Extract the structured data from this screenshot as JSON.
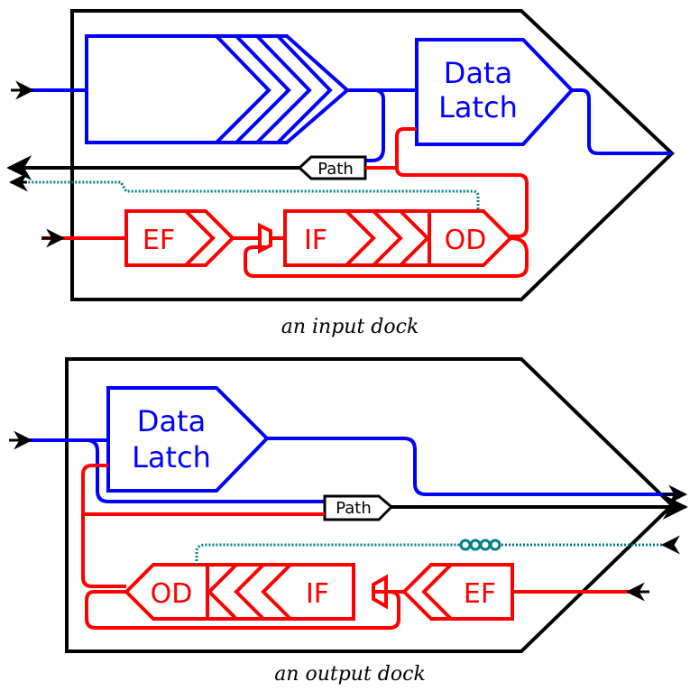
{
  "colors": {
    "outline": "#000000",
    "data": "#0000ff",
    "control": "#ff0000",
    "dotted": "#008080"
  },
  "input_dock": {
    "data_latch_line1": "Data",
    "data_latch_line2": "Latch",
    "path_label": "Path",
    "ef_label": "EF",
    "if_label": "IF",
    "od_label": "OD",
    "caption": "an input dock"
  },
  "output_dock": {
    "data_latch_line1": "Data",
    "data_latch_line2": "Latch",
    "path_label": "Path",
    "od_label": "OD",
    "if_label": "IF",
    "ef_label": "EF",
    "caption": "an output dock"
  }
}
